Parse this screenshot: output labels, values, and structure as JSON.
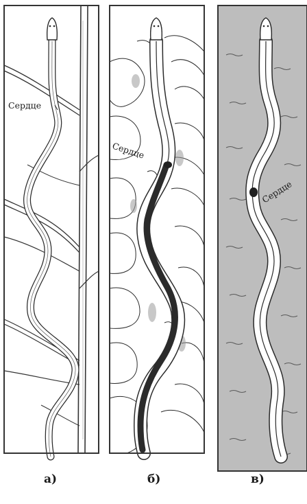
{
  "panels": [
    {
      "id": "a",
      "caption": "а)",
      "heart_label": "Сердце",
      "habitat": "branches"
    },
    {
      "id": "b",
      "caption": "б)",
      "heart_label": "Сердце",
      "habitat": "rocks"
    },
    {
      "id": "c",
      "caption": "в)",
      "heart_label": "Сердце",
      "habitat": "water"
    }
  ],
  "colors": {
    "ink": "#2a2a2a",
    "water": "#b9b9b9",
    "blood": "#2b2b2b"
  }
}
